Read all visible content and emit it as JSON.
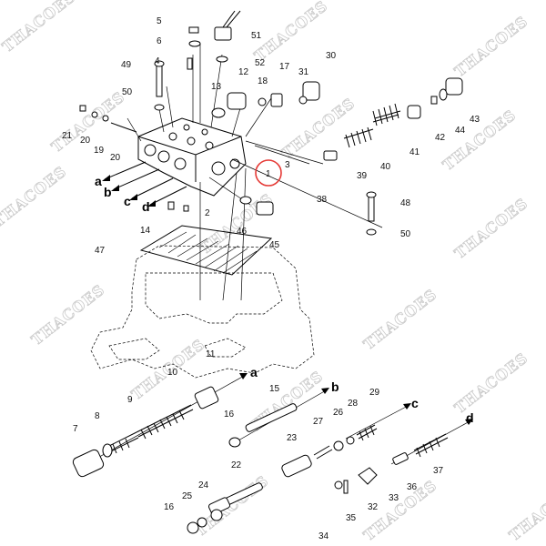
{
  "watermark": "THACOES",
  "highlight_color": "#e53935",
  "port_labels": [
    "a",
    "b",
    "c",
    "d",
    "a",
    "b",
    "c",
    "d"
  ],
  "part_labels": [
    "5",
    "6",
    "51",
    "4",
    "52",
    "49",
    "12",
    "17",
    "31",
    "30",
    "13",
    "18",
    "50",
    "21",
    "20",
    "19",
    "20",
    "3",
    "1",
    "44",
    "42",
    "43",
    "41",
    "40",
    "39",
    "38",
    "48",
    "50",
    "14",
    "2",
    "46",
    "45",
    "47",
    "11",
    "10",
    "9",
    "8",
    "7",
    "15",
    "16",
    "27",
    "26",
    "28",
    "29",
    "23",
    "37",
    "22",
    "24",
    "36",
    "33",
    "35",
    "32",
    "25",
    "16",
    "34"
  ]
}
